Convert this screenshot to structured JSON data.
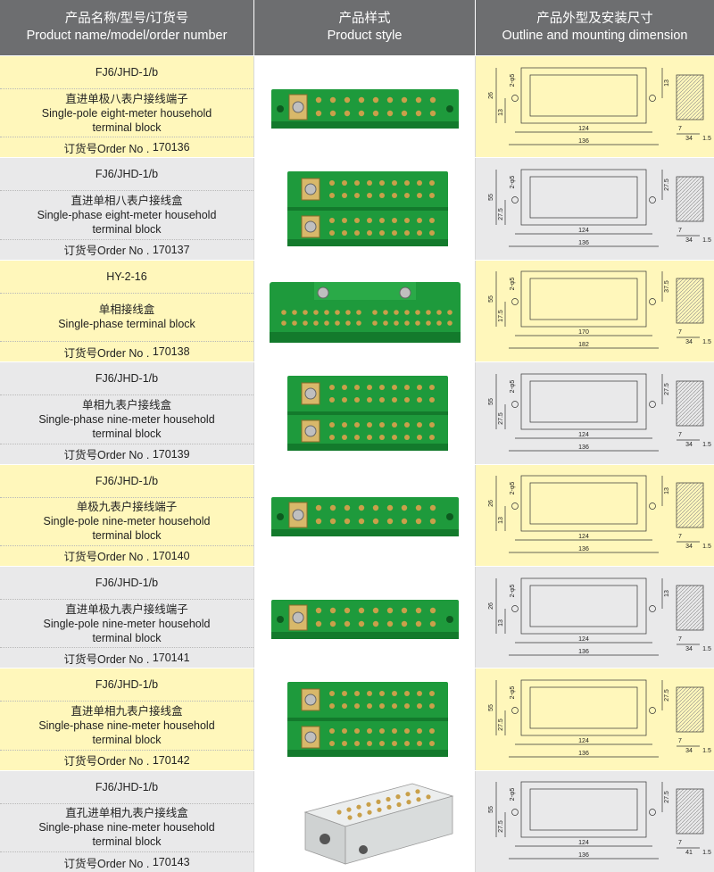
{
  "header": {
    "col1_cn": "产品名称/型号/订货号",
    "col1_en": "Product name/model/order number",
    "col2_cn": "产品样式",
    "col2_en": "Product style",
    "col3_cn": "产品外型及安装尺寸",
    "col3_en": "Outline and mounting dimension"
  },
  "order_prefix": "订货号Order No .",
  "rows": [
    {
      "model": "FJ6/JHD-1/b",
      "name_cn": "直进单极八表户接线端子",
      "name_en1": "Single-pole eight-meter household",
      "name_en2": "terminal block",
      "order_no": "170136",
      "style": "strip",
      "dims": {
        "h": "26",
        "hole": "2-φ5",
        "half": "13",
        "side": "13",
        "w1": "124",
        "w2": "136",
        "s1": "7",
        "s2": "34",
        "s3": "1.5"
      }
    },
    {
      "model": "FJ6/JHD-1/b",
      "name_cn": "直进单相八表户接线盒",
      "name_en1": "Single-phase eight-meter household",
      "name_en2": "terminal block",
      "order_no": "170137",
      "style": "double",
      "dims": {
        "h": "55",
        "hole": "2-φ5",
        "half": "27.5",
        "side": "27.5",
        "w1": "124",
        "w2": "136",
        "s1": "7",
        "s2": "34",
        "s3": "1.5"
      }
    },
    {
      "model": "HY-2-16",
      "name_cn": "单相接线盒",
      "name_en1": "Single-phase terminal block",
      "name_en2": "",
      "order_no": "170138",
      "style": "wide",
      "dims": {
        "h": "55",
        "hole": "2-φ5",
        "half": "17.5",
        "side": "37.5",
        "w1": "170",
        "w2": "182",
        "s1": "7",
        "s2": "34",
        "s3": "1.5"
      }
    },
    {
      "model": "FJ6/JHD-1/b",
      "name_cn": "单相九表户接线盒",
      "name_en1": "Single-phase nine-meter household",
      "name_en2": "terminal block",
      "order_no": "170139",
      "style": "double",
      "dims": {
        "h": "55",
        "hole": "2-φ5",
        "half": "27.5",
        "side": "27.5",
        "w1": "124",
        "w2": "136",
        "s1": "7",
        "s2": "34",
        "s3": "1.5"
      }
    },
    {
      "model": "FJ6/JHD-1/b",
      "name_cn": "单极九表户接线端子",
      "name_en1": "Single-pole nine-meter household",
      "name_en2": "terminal block",
      "order_no": "170140",
      "style": "strip",
      "dims": {
        "h": "26",
        "hole": "2-φ5",
        "half": "13",
        "side": "13",
        "w1": "124",
        "w2": "136",
        "s1": "7",
        "s2": "34",
        "s3": "1.5"
      }
    },
    {
      "model": "FJ6/JHD-1/b",
      "name_cn": "直进单极九表户接线端子",
      "name_en1": "Single-pole nine-meter household",
      "name_en2": "terminal block",
      "order_no": "170141",
      "style": "strip",
      "dims": {
        "h": "26",
        "hole": "2-φ5",
        "half": "13",
        "side": "13",
        "w1": "124",
        "w2": "136",
        "s1": "7",
        "s2": "34",
        "s3": "1.5"
      }
    },
    {
      "model": "FJ6/JHD-1/b",
      "name_cn": "直进单相九表户接线盒",
      "name_en1": "Single-phase nine-meter household",
      "name_en2": "terminal block",
      "order_no": "170142",
      "style": "double",
      "dims": {
        "h": "55",
        "hole": "2-φ5",
        "half": "27.5",
        "side": "27.5",
        "w1": "124",
        "w2": "136",
        "s1": "7",
        "s2": "34",
        "s3": "1.5"
      }
    },
    {
      "model": "FJ6/JHD-1/b",
      "name_cn": "直孔进单相九表户接线盒",
      "name_en1": "Single-phase nine-meter household",
      "name_en2": "terminal block",
      "order_no": "170143",
      "style": "grey",
      "dims": {
        "h": "55",
        "hole": "2-φ5",
        "half": "27.5",
        "side": "27.5",
        "w1": "124",
        "w2": "136",
        "s1": "7",
        "s2": "41",
        "s3": "1.5"
      }
    }
  ],
  "colors": {
    "green": "#1e9a3c",
    "dark_green": "#137a2c",
    "brass": "#c9a04a",
    "grey_body": "#d9dcdc",
    "yellow_bg": "#fff7bb",
    "grey_bg": "#e9e9ea"
  }
}
